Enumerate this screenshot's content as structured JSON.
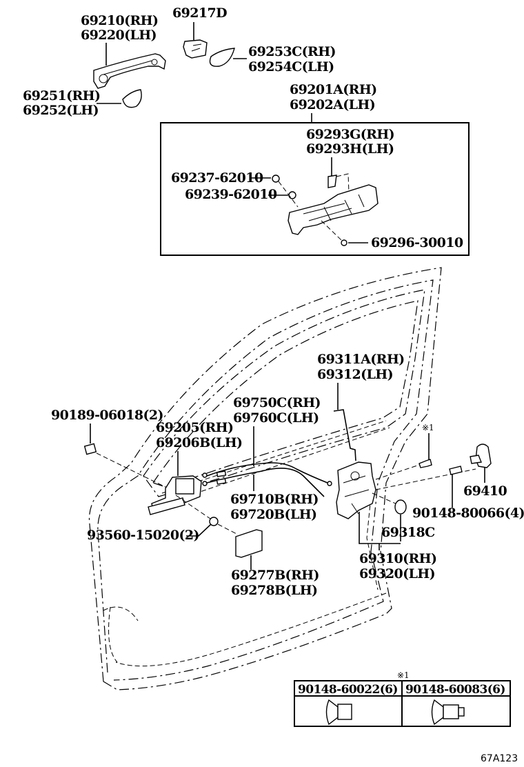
{
  "diagram": {
    "title_code": "67A123",
    "parts": {
      "outside_handle": [
        "69210(RH)",
        "69220(LH)"
      ],
      "handle_cap": [
        "69217D"
      ],
      "handle_pad_rear": [
        "69253C(RH)",
        "69254C(LH)"
      ],
      "handle_pad_front": [
        "69251(RH)",
        "69252(LH)"
      ],
      "handle_frame_assy": [
        "69201A(RH)",
        "69202A(LH)"
      ],
      "frame_plate": [
        "69293G(RH)",
        "69293H(LH)"
      ],
      "frame_clip_a": [
        "69237-62010"
      ],
      "frame_clip_b": [
        "69239-62010"
      ],
      "frame_screw": [
        "69296-30010"
      ],
      "lock_rod": [
        "69311A(RH)",
        "69312(LH)"
      ],
      "clip": [
        "90189-06018(2)"
      ],
      "inside_handle": [
        "69205(RH)",
        "69206B(LH)"
      ],
      "lock_cable": [
        "69750C(RH)",
        "69760C(LH)"
      ],
      "open_cable": [
        "69710B(RH)",
        "69720B(LH)"
      ],
      "handle_screw": [
        "93560-15020(2)"
      ],
      "handle_cover": [
        "69277B(RH)",
        "69278B(LH)"
      ],
      "striker": [
        "69410"
      ],
      "striker_screw": [
        "90148-80066(4)"
      ],
      "lock_screw_note": "※1",
      "grommet": [
        "69318C"
      ],
      "door_lock": [
        "69310(RH)",
        "69320(LH)"
      ]
    },
    "screw_table": {
      "note": "※1",
      "columns": [
        "90148-60022(6)",
        "90148-60083(6)"
      ]
    }
  }
}
